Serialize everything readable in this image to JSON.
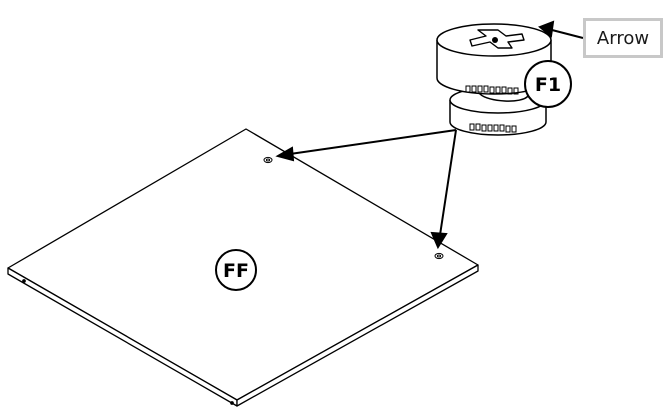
{
  "labels": {
    "callout": "Arrow",
    "part_fastener": "F1",
    "part_panel": "FF"
  },
  "colors": {
    "line": "#000000",
    "callout_border": "#c8c8c8",
    "background": "#ffffff"
  }
}
